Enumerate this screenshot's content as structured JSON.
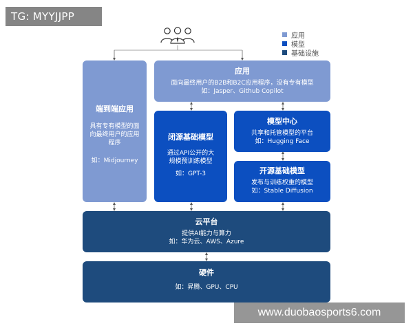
{
  "tg_label": "TG: MYYJJPP",
  "legend": {
    "items": [
      {
        "label": "应用",
        "color": "#7f9ad2"
      },
      {
        "label": "模型",
        "color": "#0c4fc0"
      },
      {
        "label": "基础设施",
        "color": "#1e4b7d"
      }
    ]
  },
  "boxes": {
    "app": {
      "title": "应用",
      "desc1": "面向最终用户的B2B和B2C应用程序，没有专有模型",
      "desc2": "如：Jasper、Github Copilot"
    },
    "end_to_end": {
      "title": "端到端应用",
      "desc1": "具有专有模型的面",
      "desc2": "向最终用户的应用",
      "desc3": "程序",
      "example": "如：Midjourney"
    },
    "closed_model": {
      "title": "闭源基础模型",
      "desc1": "通过API公开的大",
      "desc2": "规模预训练模型",
      "example": "如：GPT-3"
    },
    "model_hub": {
      "title": "模型中心",
      "desc1": "共享和托管模型的平台",
      "desc2": "如：Hugging Face"
    },
    "open_model": {
      "title": "开源基础模型",
      "desc1": "发布与训练权重的模型",
      "desc2": "如：Stable Diffusion"
    },
    "cloud": {
      "title": "云平台",
      "desc1": "提供AI能力与算力",
      "desc2": "如：华为云、AWS、Azure"
    },
    "hardware": {
      "title": "硬件",
      "desc1": "如：昇腾、GPU、CPU"
    }
  },
  "watermark": "www.duobaosports6.com",
  "colors": {
    "app": "#7f9ad2",
    "model": "#0c4fc0",
    "infra": "#1e4b7d"
  }
}
